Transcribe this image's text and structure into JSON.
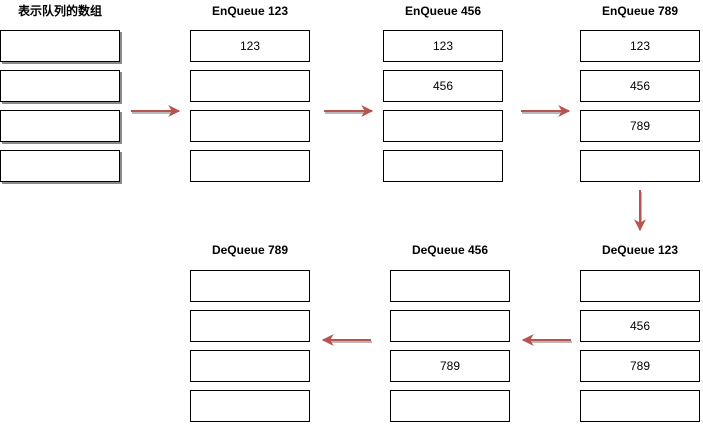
{
  "diagram": {
    "colors": {
      "arrow": "#b85450",
      "arrow_shadow": "#8a8a8a",
      "border": "#000000"
    },
    "stages": [
      {
        "title": "表示队列的数组",
        "cells": [
          "",
          "",
          "",
          ""
        ]
      },
      {
        "title": "EnQueue 123",
        "cells": [
          "123",
          "",
          "",
          ""
        ]
      },
      {
        "title": "EnQueue 456",
        "cells": [
          "123",
          "456",
          "",
          ""
        ]
      },
      {
        "title": "EnQueue 789",
        "cells": [
          "123",
          "456",
          "789",
          ""
        ]
      },
      {
        "title": "DeQueue 123",
        "cells": [
          "",
          "456",
          "789",
          ""
        ]
      },
      {
        "title": "DeQueue 456",
        "cells": [
          "",
          "",
          "789",
          ""
        ]
      },
      {
        "title": "DeQueue 789",
        "cells": [
          "",
          "",
          "",
          ""
        ]
      }
    ],
    "arrows": [
      {
        "from": 0,
        "to": 1,
        "direction": "right"
      },
      {
        "from": 1,
        "to": 2,
        "direction": "right"
      },
      {
        "from": 2,
        "to": 3,
        "direction": "right"
      },
      {
        "from": 3,
        "to": 4,
        "direction": "down"
      },
      {
        "from": 4,
        "to": 5,
        "direction": "left"
      },
      {
        "from": 5,
        "to": 6,
        "direction": "left"
      }
    ]
  }
}
